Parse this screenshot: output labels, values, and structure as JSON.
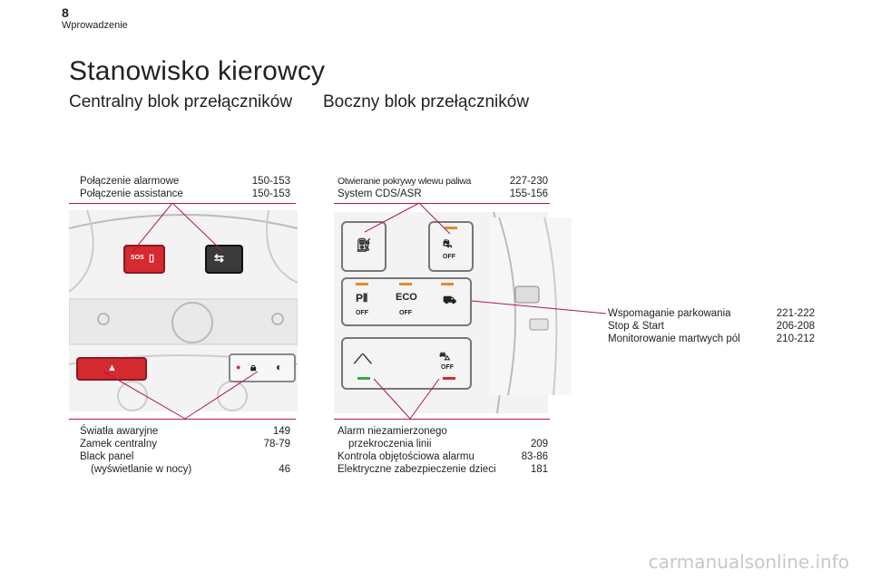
{
  "header": {
    "page_number": "8",
    "chapter": "Wprowadzenie"
  },
  "title": "Stanowisko kierowcy",
  "subtitles": {
    "left": "Centralny blok przełączników",
    "right": "Boczny blok przełączników"
  },
  "top_left_refs": [
    {
      "label": "Połączenie alarmowe",
      "pages": "150-153"
    },
    {
      "label": "Połączenie assistance",
      "pages": "150-153"
    }
  ],
  "top_right_refs": [
    {
      "label": "Otwieranie pokrywy wlewu paliwa",
      "pages": "227-230"
    },
    {
      "label": "System CDS/ASR",
      "pages": "155-156"
    }
  ],
  "right_refs": [
    {
      "label": "Wspomaganie parkowania",
      "pages": "221-222"
    },
    {
      "label": "Stop & Start",
      "pages": "206-208"
    },
    {
      "label": "Monitorowanie martwych pól",
      "pages": "210-212"
    }
  ],
  "bottom_left_refs": [
    {
      "label": "Światła awaryjne",
      "pages": "149"
    },
    {
      "label": "Zamek centralny",
      "pages": "78-79"
    },
    {
      "label": "Black panel",
      "pages": ""
    },
    {
      "label": "(wyświetlanie w nocy)",
      "pages": "46"
    }
  ],
  "bottom_right_refs": [
    {
      "label": "Alarm niezamierzonego",
      "pages": ""
    },
    {
      "label": "przekroczenia linii",
      "pages": "209"
    },
    {
      "label": "Kontrola objętościowa alarmu",
      "pages": "83-86"
    },
    {
      "label": "Elektryczne zabezpieczenie dzieci",
      "pages": "181"
    }
  ],
  "switch_labels": {
    "sos": "SOS",
    "off": "OFF",
    "eco": "ECO"
  },
  "footer": "carmanualsonline.info",
  "colors": {
    "accent_line": "#b0164f",
    "hazard_red": "#d42a30",
    "led_orange": "#e8892a",
    "led_green": "#39a845"
  }
}
